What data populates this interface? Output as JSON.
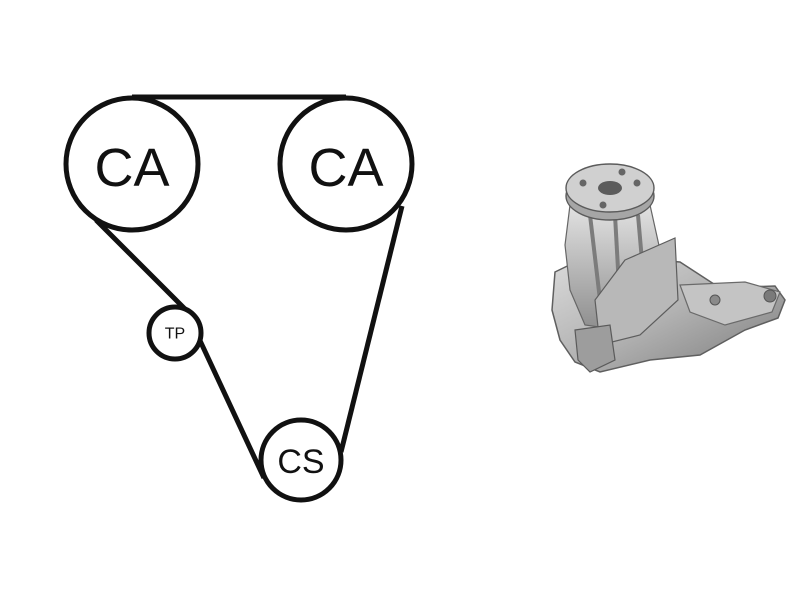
{
  "diagram": {
    "pulleys": [
      {
        "label": "CA"
      },
      {
        "label": "CA"
      },
      {
        "label": "TP"
      },
      {
        "label": "CS"
      }
    ],
    "belt_color": "#111111"
  },
  "product_image": {
    "subject": "water-pump-icon",
    "colors": {
      "metal_light": "#c9c9c9",
      "metal_mid": "#a8a8a8",
      "metal_dark": "#6f6f6f"
    }
  }
}
